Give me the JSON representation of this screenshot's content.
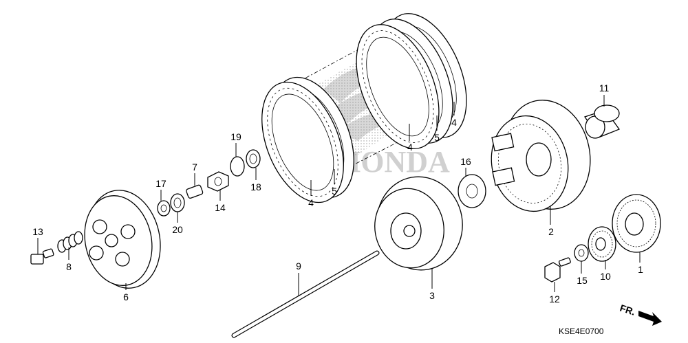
{
  "diagram": {
    "callouts": [
      {
        "id": "c1",
        "text": "1"
      },
      {
        "id": "c2",
        "text": "2"
      },
      {
        "id": "c3",
        "text": "3"
      },
      {
        "id": "c4a",
        "text": "4"
      },
      {
        "id": "c4b",
        "text": "4"
      },
      {
        "id": "c4c",
        "text": "4"
      },
      {
        "id": "c5a",
        "text": "5"
      },
      {
        "id": "c5b",
        "text": "5"
      },
      {
        "id": "c6",
        "text": "6"
      },
      {
        "id": "c7",
        "text": "7"
      },
      {
        "id": "c8",
        "text": "8"
      },
      {
        "id": "c9",
        "text": "9"
      },
      {
        "id": "c10",
        "text": "10"
      },
      {
        "id": "c11",
        "text": "11"
      },
      {
        "id": "c12",
        "text": "12"
      },
      {
        "id": "c13",
        "text": "13"
      },
      {
        "id": "c14",
        "text": "14"
      },
      {
        "id": "c15",
        "text": "15"
      },
      {
        "id": "c16",
        "text": "16"
      },
      {
        "id": "c17",
        "text": "17"
      },
      {
        "id": "c18",
        "text": "18"
      },
      {
        "id": "c19",
        "text": "19"
      },
      {
        "id": "c20",
        "text": "20"
      }
    ],
    "watermark": "HONDA",
    "direction_label": "FR.",
    "diagram_code": "KSE4E0700"
  }
}
